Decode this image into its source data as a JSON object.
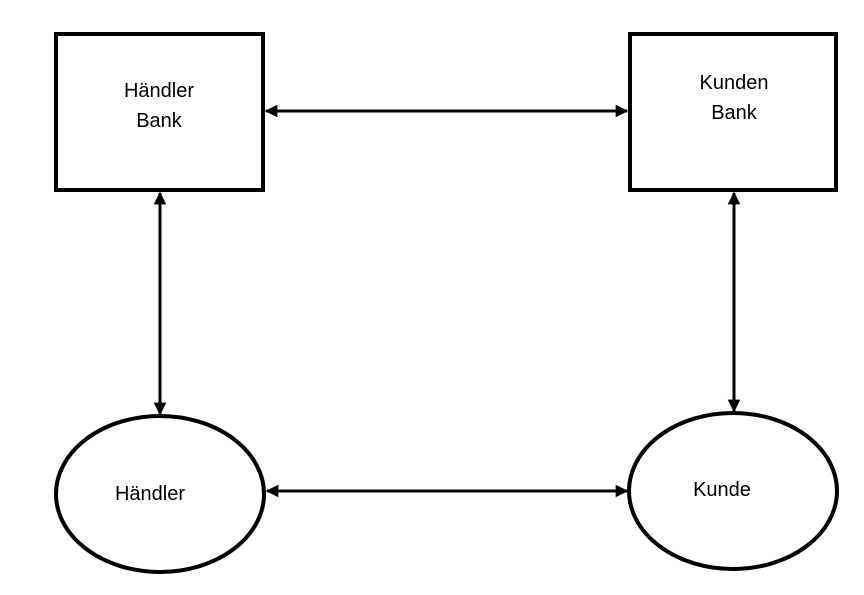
{
  "diagram": {
    "nodes": {
      "haendler_bank": {
        "line1": "Händler",
        "line2": "Bank",
        "shape": "rectangle"
      },
      "kunden_bank": {
        "line1": "Kunden",
        "line2": "Bank",
        "shape": "rectangle"
      },
      "haendler": {
        "label": "Händler",
        "shape": "ellipse"
      },
      "kunde": {
        "label": "Kunde",
        "shape": "ellipse"
      }
    },
    "connections": [
      {
        "from": "Händler Bank",
        "to": "Kunden Bank",
        "direction": "bidirectional"
      },
      {
        "from": "Händler Bank",
        "to": "Händler",
        "direction": "bidirectional"
      },
      {
        "from": "Kunden Bank",
        "to": "Kunde",
        "direction": "bidirectional"
      },
      {
        "from": "Händler",
        "to": "Kunde",
        "direction": "bidirectional"
      }
    ],
    "colors": {
      "stroke": "#000000",
      "fill": "#ffffff"
    }
  }
}
